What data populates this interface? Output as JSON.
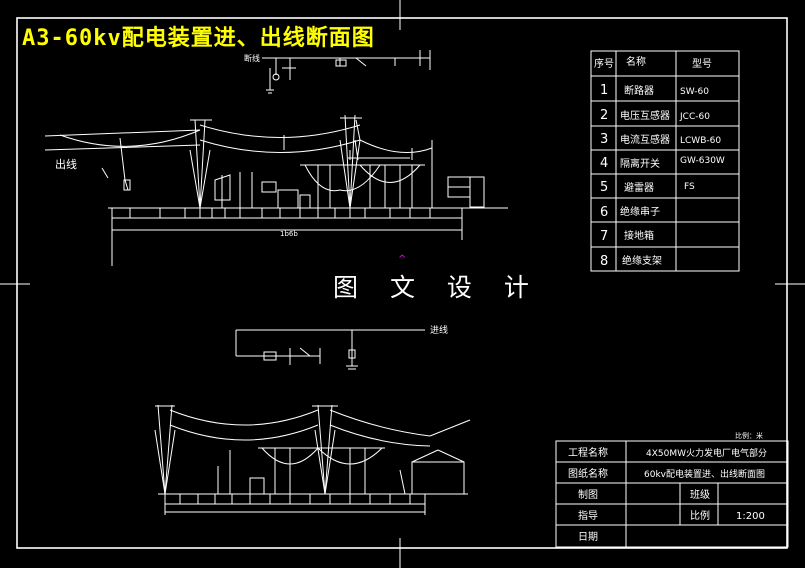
{
  "title": "A3-60kv配电装置进、出线断面图",
  "watermark": "图 文 设 计",
  "labels": {
    "chuxian": "出线",
    "duanxian": "断线",
    "jinxian": "进线",
    "dim_top": "1b6b",
    "scale_note": "比例：米"
  },
  "parts_table": {
    "headers": [
      "序号",
      "名称",
      "型号"
    ],
    "rows": [
      {
        "no": "1",
        "name": "断路器",
        "model": "SW-60"
      },
      {
        "no": "2",
        "name": "电压互感器",
        "model": "JCC-60"
      },
      {
        "no": "3",
        "name": "电流互感器",
        "model": "LCWB-60"
      },
      {
        "no": "4",
        "name": "隔离开关",
        "model": "GW-630W"
      },
      {
        "no": "5",
        "name": "避雷器",
        "model": "FS"
      },
      {
        "no": "6",
        "name": "绝缘串子",
        "model": ""
      },
      {
        "no": "7",
        "name": "接地箱",
        "model": ""
      },
      {
        "no": "8",
        "name": "绝缘支架",
        "model": ""
      }
    ]
  },
  "title_block": {
    "project_label": "工程名称",
    "project_value": "4X50MW火力发电厂电气部分",
    "drawing_label": "图纸名称",
    "drawing_value": "60kv配电装置进、出线断面图",
    "drawn_label": "制图",
    "drawn_value": "",
    "grade_label": "班级",
    "grade_value": "",
    "guide_label": "指导",
    "scale_label": "比例",
    "scale_value": "1:200",
    "date_label": "日期",
    "date_value": ""
  },
  "colors": {
    "background": "#000000",
    "lines": "#ffffff",
    "title": "#ffff00",
    "marker": "#ff00ff"
  }
}
